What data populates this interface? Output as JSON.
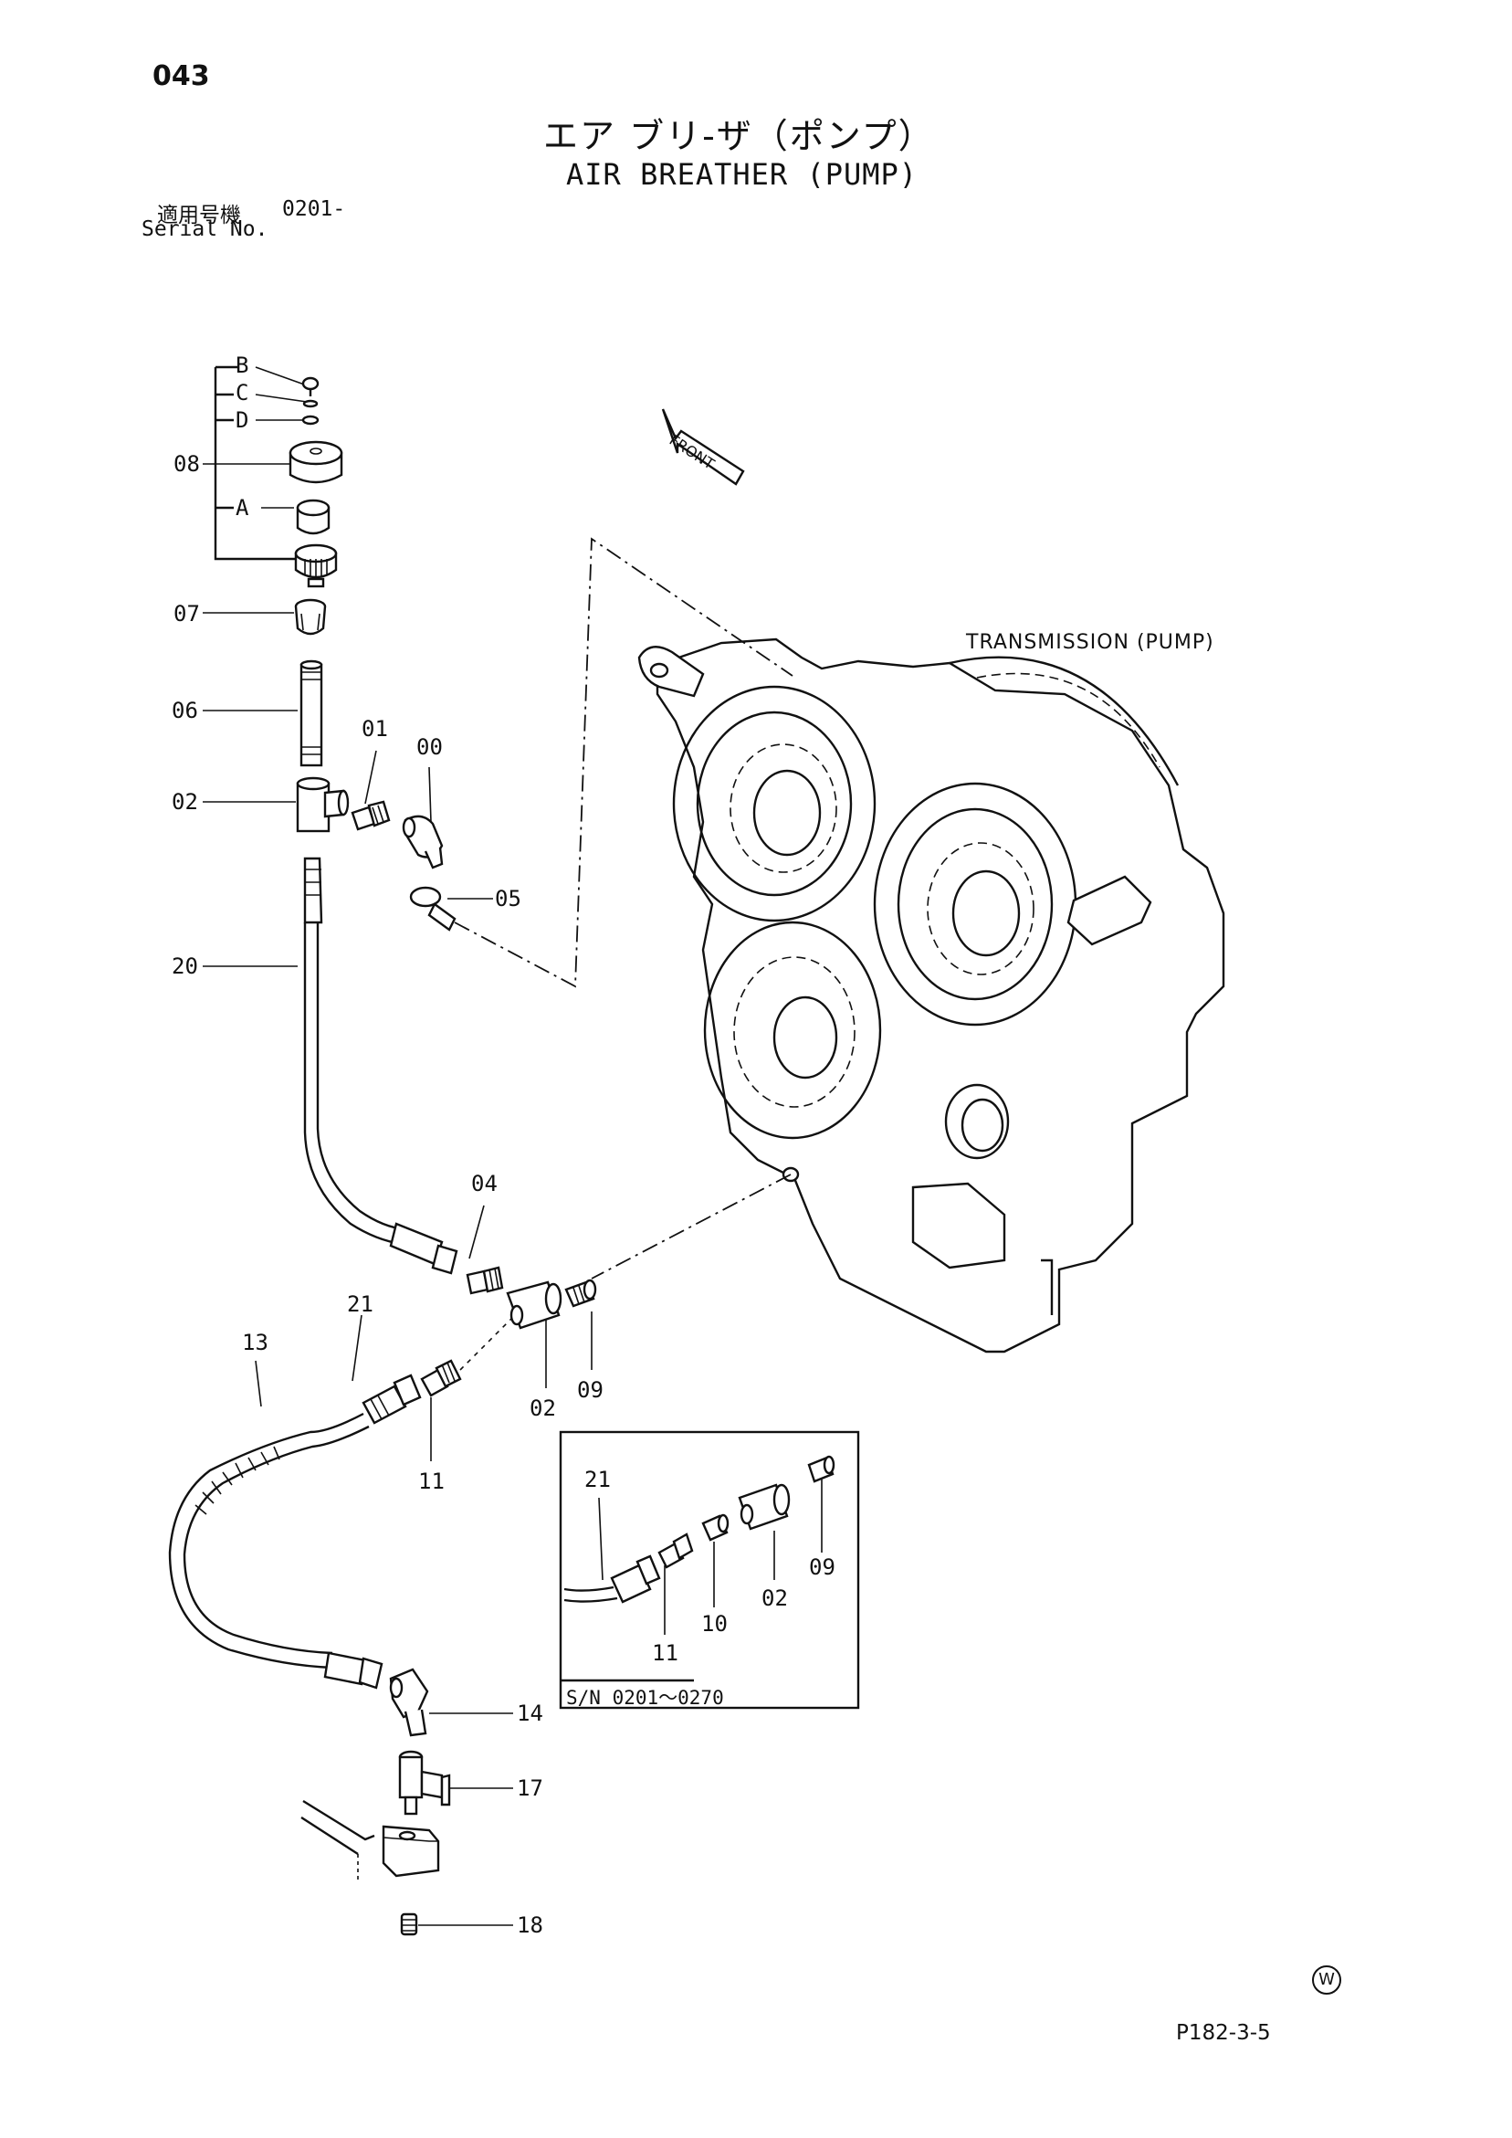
{
  "header": {
    "page_number": "043",
    "title_jp": "エア ブリ-ザ（ポンプ）",
    "title_en": "AIR BREATHER (PUMP)",
    "serial_label_jp": "適用号機",
    "serial_value": "0201-",
    "serial_label_en": "Serial No."
  },
  "labels": {
    "front_arrow": "FRONT",
    "transmission": "TRANSMISSION (PUMP)",
    "inset_serial": "S/N 0201～0270",
    "page_code": "P182-3-5",
    "watermark": "W"
  },
  "part_callouts": [
    "B",
    "C",
    "D",
    "08",
    "A",
    "07",
    "06",
    "01",
    "00",
    "02",
    "05",
    "20",
    "04",
    "21",
    "13",
    "02",
    "09",
    "11",
    "21",
    "02",
    "09",
    "11",
    "10",
    "14",
    "17",
    "18"
  ]
}
